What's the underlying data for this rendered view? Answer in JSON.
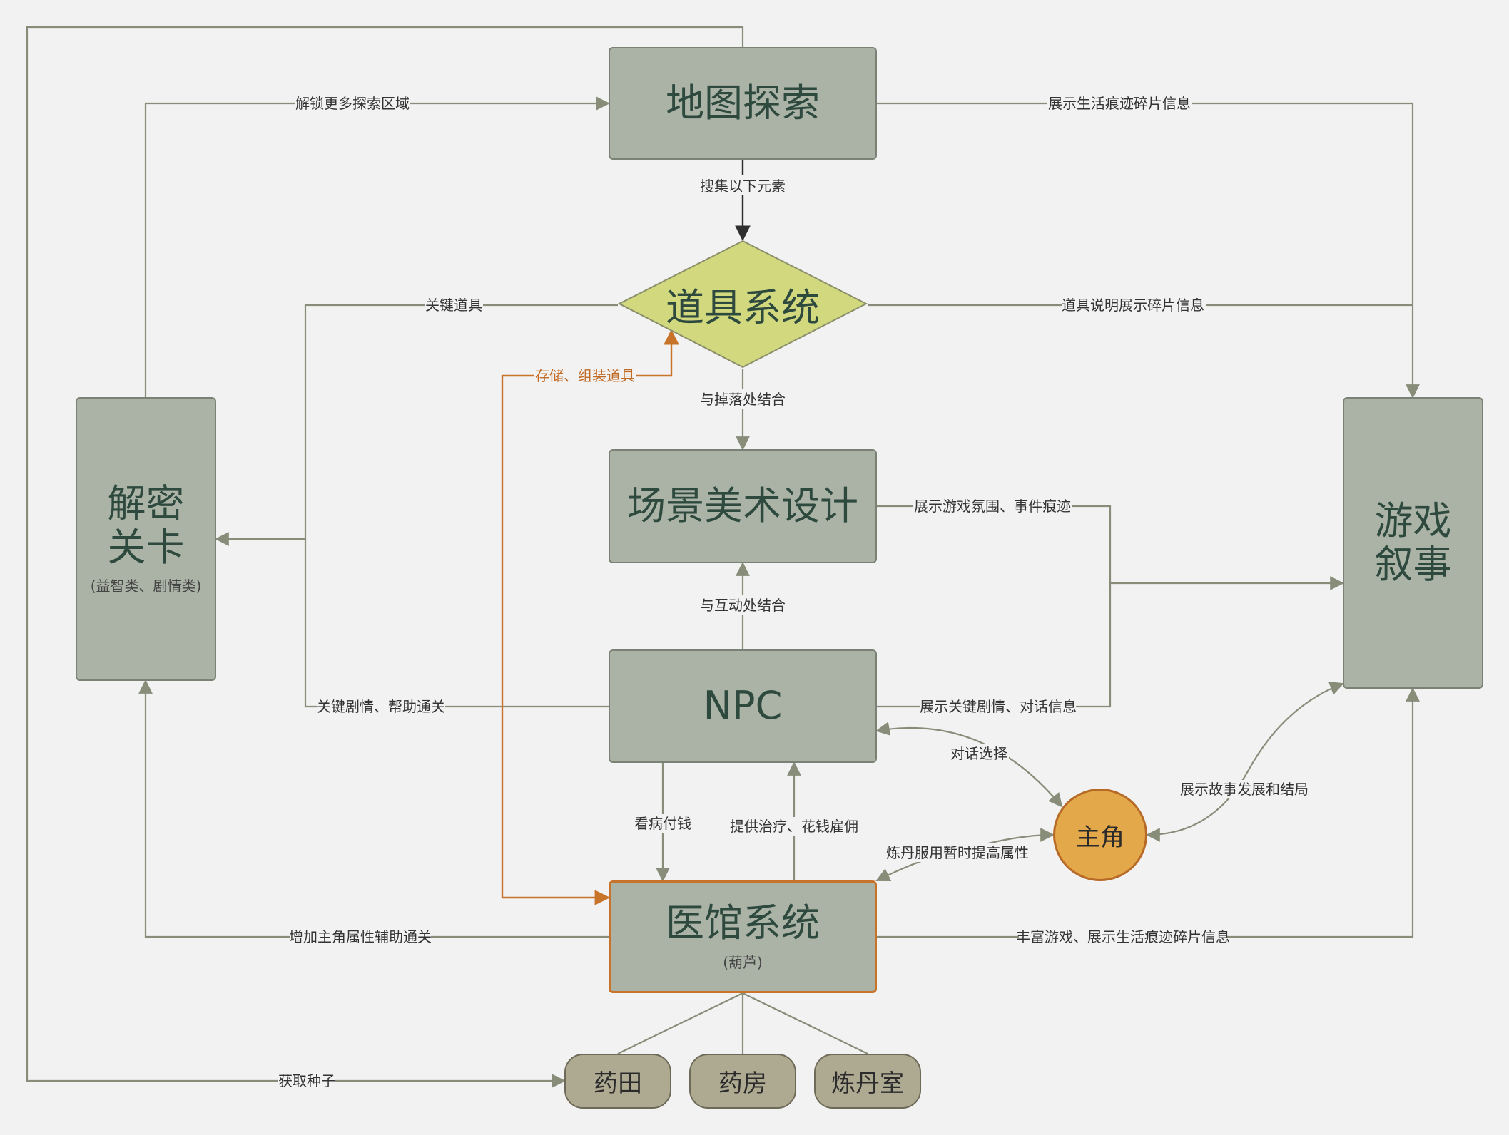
{
  "nodes": {
    "map": "地图探索",
    "items": "道具系统",
    "scene": "场景美术设计",
    "npc": "NPC",
    "clinic": {
      "title": "医馆系统",
      "sub": "(葫芦)"
    },
    "puzzle": {
      "line1": "解密",
      "line2": "关卡",
      "sub": "(益智类、剧情类)"
    },
    "narrative": {
      "line1": "游戏",
      "line2": "叙事"
    },
    "protagonist": "主角",
    "field": "药田",
    "pharmacy": "药房",
    "alchemy": "炼丹室"
  },
  "edge_labels": {
    "unlock": "解锁更多探索区域",
    "collect": "搜集以下元素",
    "life_fragments": "展示生活痕迹碎片信息",
    "key_items": "关键道具",
    "item_desc": "道具说明展示碎片信息",
    "store": "存储、组装道具",
    "drop": "与掉落处结合",
    "atmosphere": "展示游戏氛围、事件痕迹",
    "interact": "与互动处结合",
    "key_plot": "关键剧情、帮助通关",
    "npc_dialog": "展示关键剧情、对话信息",
    "dialog_choice": "对话选择",
    "story_dev": "展示故事发展和结局",
    "pay": "看病付钱",
    "treat": "提供治疗、花钱雇佣",
    "pill": "炼丹服用暂时提高属性",
    "attr": "增加主角属性辅助通关",
    "enrich": "丰富游戏、展示生活痕迹碎片信息",
    "seeds": "获取种子"
  },
  "colors": {
    "edge": "#878d78",
    "edge_dark": "#2e2e2e",
    "orange": "#c8732a",
    "diamond": "#d2d87e"
  }
}
